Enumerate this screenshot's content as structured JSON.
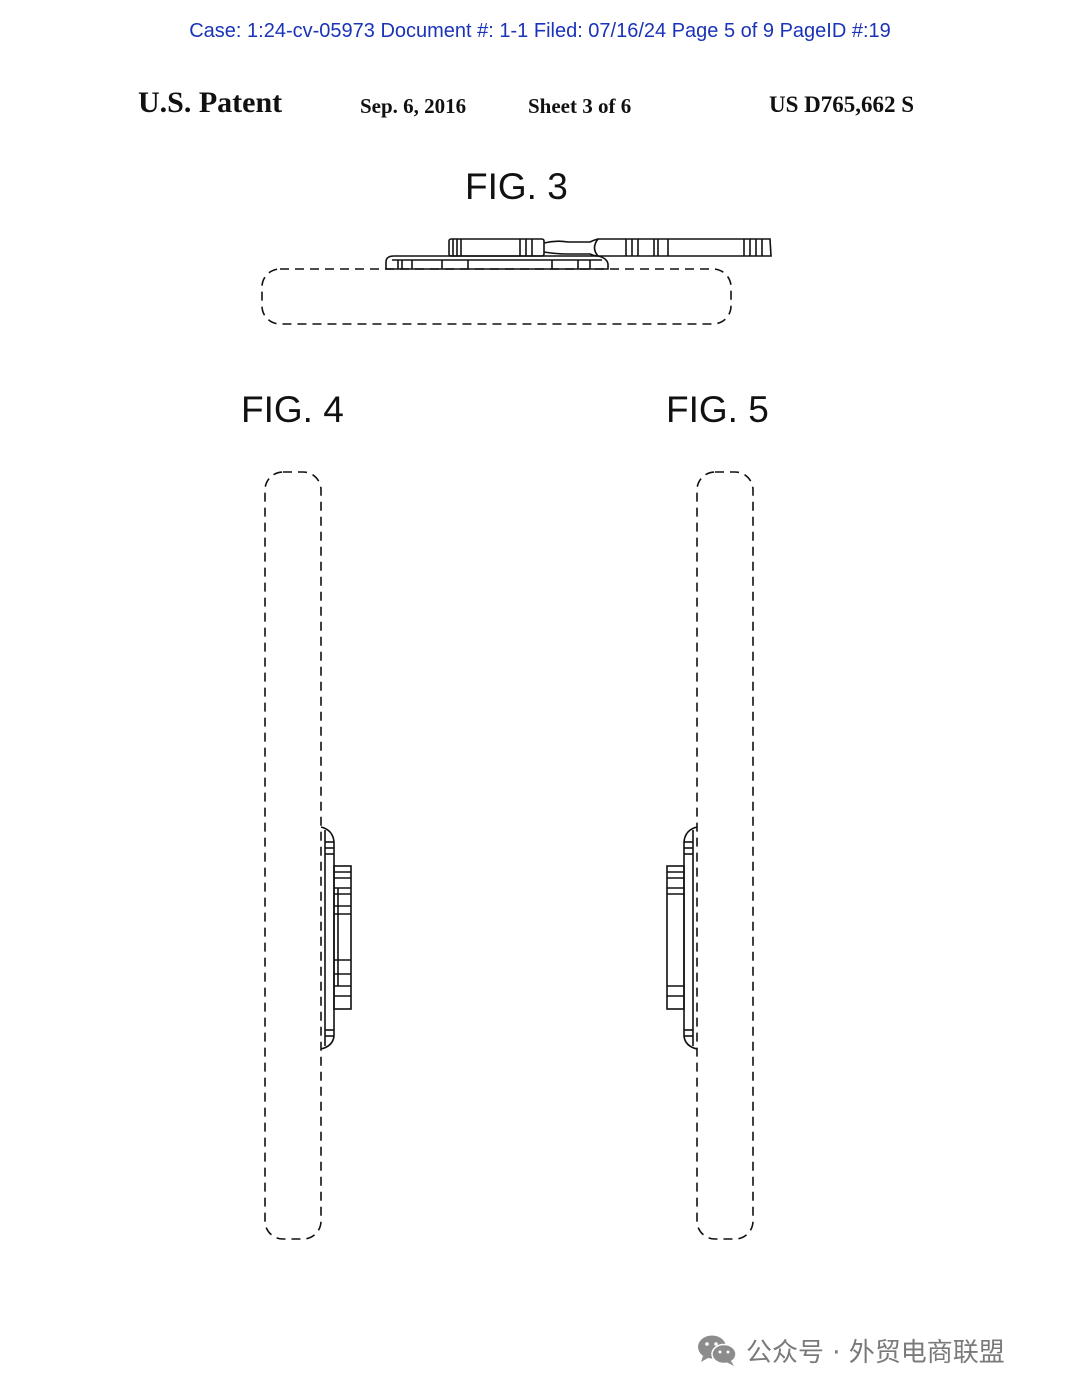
{
  "case_header": "Case: 1:24-cv-05973 Document #: 1-1 Filed: 07/16/24 Page 5 of 9 PageID #:19",
  "patent_header": {
    "title": "U.S. Patent",
    "date": "Sep. 6, 2016",
    "sheet": "Sheet 3 of 6",
    "number": "US D765,662 S"
  },
  "figures": {
    "fig3": "FIG. 3",
    "fig4": "FIG. 4",
    "fig5": "FIG. 5"
  },
  "watermark": {
    "icon": "wechat-icon",
    "text": "公众号 · 外贸电商联盟"
  },
  "colors": {
    "case_header": "#1a33b8",
    "ink": "#111111",
    "watermark": "#7a7a7a"
  }
}
